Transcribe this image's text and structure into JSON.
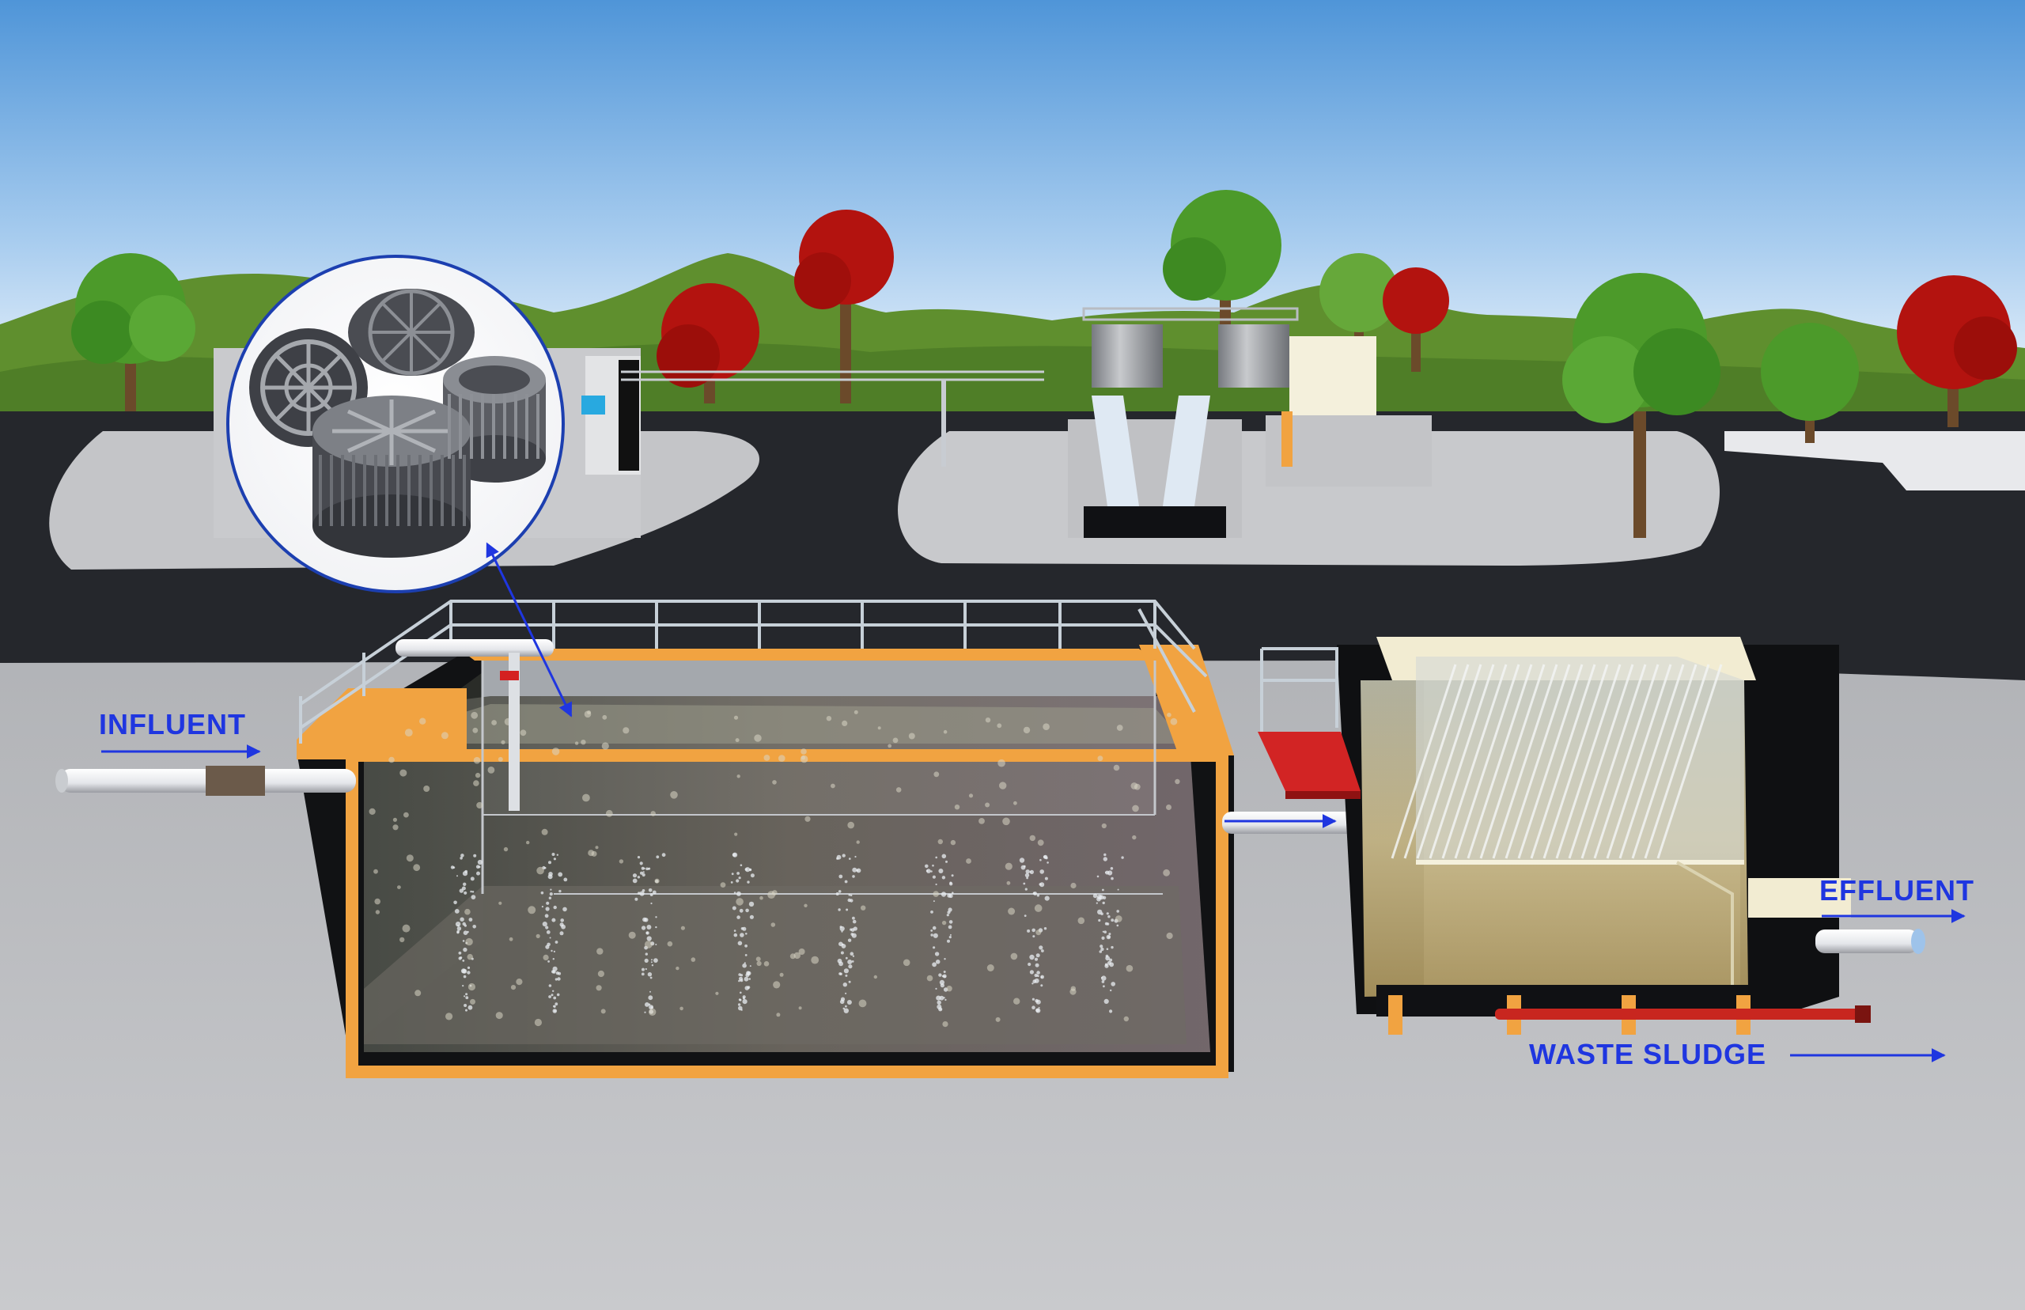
{
  "labels": {
    "influent": "INFLUENT",
    "effluent": "EFFLUENT",
    "waste_sludge": "WASTE SLUDGE"
  },
  "colors": {
    "label_blue": "#1f36e0",
    "sky_top": "#4f95d8",
    "sky_bottom": "#ffffff",
    "tank_frame": "#f1a341",
    "water": "#6b6b5e",
    "road": "#25272c",
    "ground": "#b7b9bd",
    "hill": "#5f8f2e",
    "tree_green": "#4c9a2a",
    "tree_red": "#b3130f",
    "sludge_pipe": "#c8261f",
    "platform_red": "#d22424"
  },
  "icons": {
    "media_inset": "biofilm-carrier-media-icon",
    "arrow": "flow-arrow-icon"
  }
}
